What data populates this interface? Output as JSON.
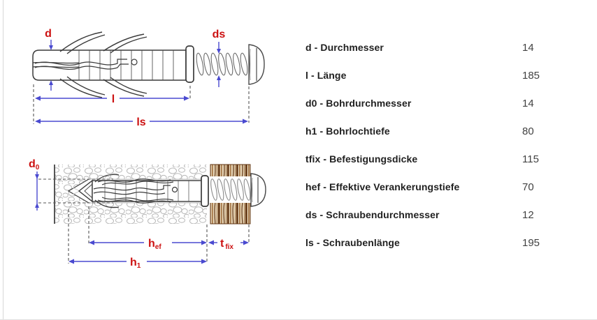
{
  "diagram": {
    "labels": {
      "d": "d",
      "ds": "ds",
      "l": "l",
      "ls": "ls",
      "d0_main": "d",
      "d0_sub": "0",
      "hef_main": "h",
      "hef_sub": "ef",
      "tfix_main": "t",
      "tfix_sub": "fix",
      "h1_main": "h",
      "h1_sub": "1"
    },
    "colors": {
      "dimension_label_red": "#cc1111",
      "dimension_line_blue": "#4a4ad0",
      "outline_dark": "#3a3a3a",
      "extension_line_gray": "#555555",
      "masonry_gray": "#b8b8b8",
      "wood_brown_dark": "#5f3310",
      "wood_brown_mid": "#96602c"
    }
  },
  "spec_table": {
    "rows": [
      {
        "label": "d - Durchmesser",
        "value": "14"
      },
      {
        "label": "l - Länge",
        "value": "185"
      },
      {
        "label": "d0 - Bohrdurchmesser",
        "value": "14"
      },
      {
        "label": "h1 - Bohrlochtiefe",
        "value": "80"
      },
      {
        "label": "tfix - Befestigungsdicke",
        "value": "115"
      },
      {
        "label": "hef - Effektive Verankerungstiefe",
        "value": "70"
      },
      {
        "label": "ds - Schraubendurchmesser",
        "value": "12"
      },
      {
        "label": "ls - Schraubenlänge",
        "value": "195"
      }
    ]
  }
}
